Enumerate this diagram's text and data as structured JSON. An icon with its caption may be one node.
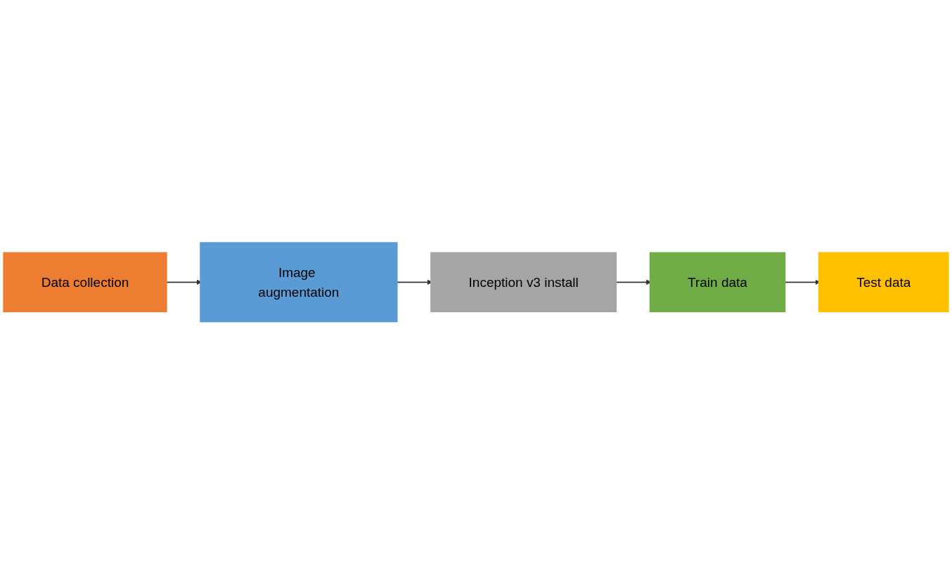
{
  "diagram": {
    "nodes": [
      {
        "text": [
          "Data collection"
        ]
      },
      {
        "text": [
          "Image augmentation"
        ]
      },
      {
        "text": [
          "Inception v3 install"
        ]
      },
      {
        "text": [
          "Train data"
        ]
      },
      {
        "text": [
          "Test data"
        ]
      }
    ],
    "edges": [
      {
        "from": 0,
        "to": 1,
        "arrow": "to"
      },
      {
        "from": 1,
        "to": 2,
        "arrow": "to"
      },
      {
        "from": 2,
        "to": 3,
        "arrow": "to"
      },
      {
        "from": 3,
        "to": 4,
        "arrow": "to"
      }
    ]
  }
}
